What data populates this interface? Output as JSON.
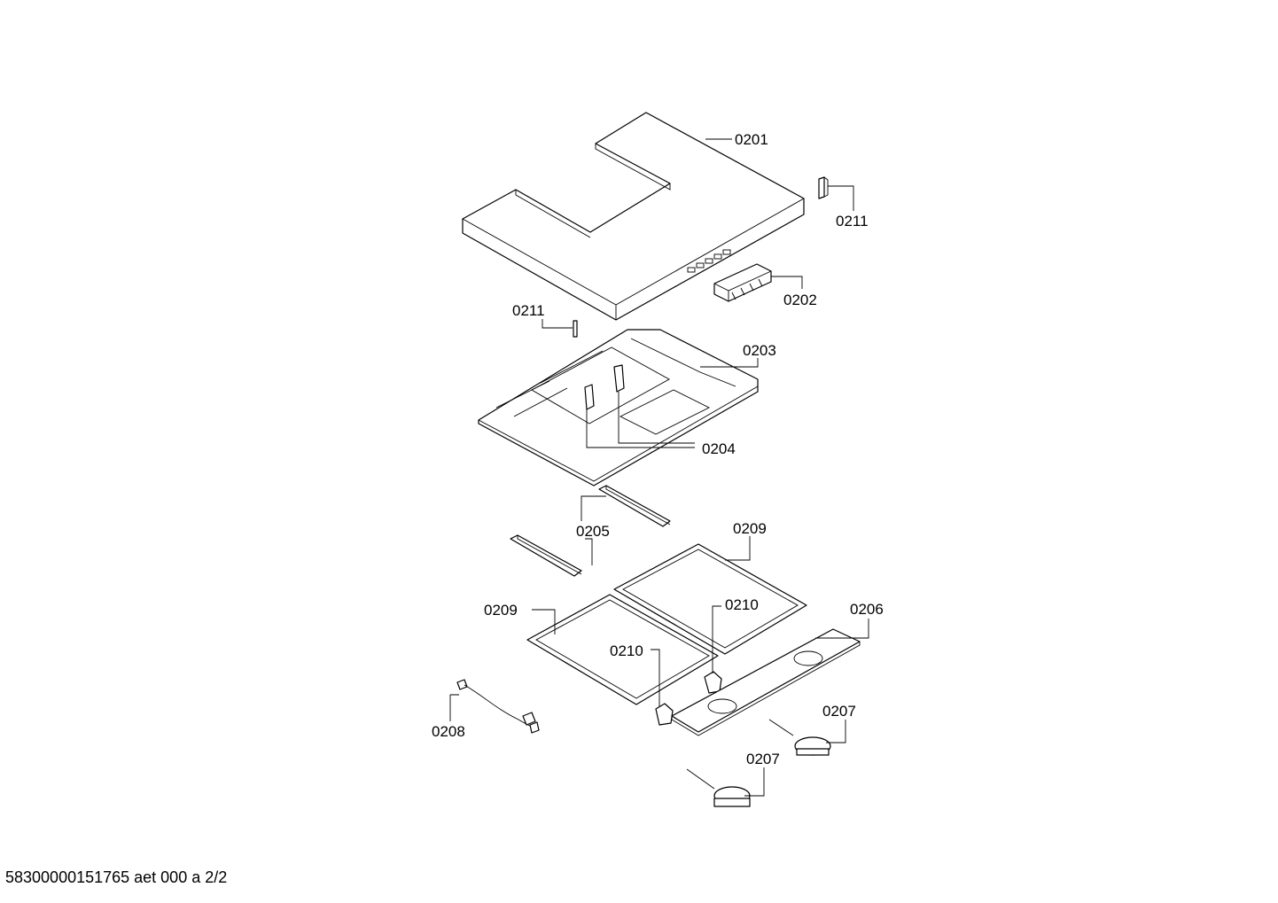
{
  "labels": {
    "p0201": "0201",
    "p0211_top": "0211",
    "p0202": "0202",
    "p0211_left": "0211",
    "p0203": "0203",
    "p0204": "0204",
    "p0205": "0205",
    "p0209_right": "0209",
    "p0209_left": "0209",
    "p0210_right": "0210",
    "p0210_left": "0210",
    "p0206": "0206",
    "p0208": "0208",
    "p0207_right": "0207",
    "p0207_left": "0207"
  },
  "footer": {
    "document_id": "58300000151765 aet 000 a 2/2"
  },
  "colors": {
    "line": "#000000",
    "background": "#ffffff"
  }
}
